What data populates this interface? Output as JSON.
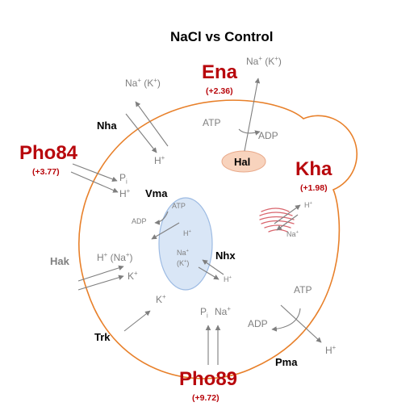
{
  "title": "NaCl vs Control",
  "ena": {
    "name": "Ena",
    "fold": "(+2.36)",
    "ion1": "Na",
    "ion1_sup": "+",
    "ion1_extra": " (K",
    "ion1_extra_sup": "+",
    "ion1_close": ")",
    "atp": "ATP",
    "adp": "ADP"
  },
  "nha": {
    "name": "Nha",
    "ion_out": "Na",
    "ion_out_sup": "+",
    "ion_out_extra": " (K",
    "ion_out_extra_sup": "+",
    "ion_out_close": ")",
    "ion_in": "H",
    "ion_in_sup": "+"
  },
  "pho84": {
    "name": "Pho84",
    "fold": "(+3.77)",
    "ion1": "P",
    "ion1_sub": "i",
    "ion2": "H",
    "ion2_sup": "+"
  },
  "hal": {
    "name": "Hal"
  },
  "kha": {
    "name": "Kha",
    "fold": "(+1.98)",
    "ion_h": "H",
    "ion_h_sup": "+",
    "ion_na": "Na",
    "ion_na_sup": "+"
  },
  "vma": {
    "name": "Vma",
    "atp": "ATP",
    "adp": "ADP",
    "ion": "H",
    "ion_sup": "+"
  },
  "nhx": {
    "name": "Nhx",
    "ion_in1": "Na",
    "ion_in1_sup": "+",
    "ion_in2": "(K",
    "ion_in2_sup": "+",
    "ion_in2_close": ")",
    "ion_out": "H",
    "ion_out_sup": "+"
  },
  "hak": {
    "name": "Hak",
    "ion1": "H",
    "ion1_sup": "+",
    "ion1_extra": " (Na",
    "ion1_extra_sup": "+",
    "ion1_close": ")",
    "ion2": "K",
    "ion2_sup": "+"
  },
  "trk": {
    "name": "Trk",
    "ion": "K",
    "ion_sup": "+"
  },
  "pho89": {
    "name": "Pho89",
    "fold": "(+9.72)",
    "ion1": "P",
    "ion1_sub": "i",
    "ion2": "Na",
    "ion2_sup": "+"
  },
  "pma": {
    "name": "Pma",
    "atp": "ATP",
    "adp": "ADP",
    "ion": "H",
    "ion_sup": "+"
  },
  "colors": {
    "membrane": "#e8802a",
    "highlight": "#b8070c",
    "vacuole_fill": "#d9e6f6",
    "vacuole_stroke": "#9dbbe3",
    "hal_fill": "#f8d3bd",
    "golgi": "#d9656d",
    "arrow": "#7f7f7f"
  }
}
